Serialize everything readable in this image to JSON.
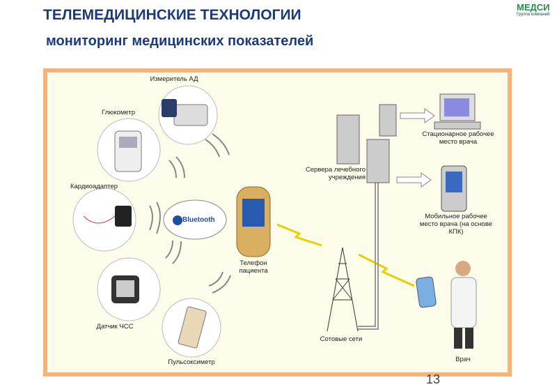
{
  "title": "ТЕЛЕМЕДИЦИНСКИЕ ТЕХНОЛОГИИ",
  "subtitle": "мониторинг медицинских показателей",
  "logo": {
    "name": "МЕДСИ",
    "tagline": "Группа компаний"
  },
  "labels": {
    "bp": "Измеритель АД",
    "glucometer": "Глюкометр",
    "cardio": "Кардиоадаптер",
    "hr": "Датчик ЧСС",
    "pulseox": "Пульсоксиметр",
    "bluetooth": "Bluetooth",
    "phone": "Телефон пациента",
    "cell": "Сотовые сети",
    "servers": "Сервера лечебного учреждения",
    "workstation": "Стационарное рабочее место врача",
    "mobile": "Мобильное рабочее место врача (на основе КПК)",
    "doctor": "Врач"
  },
  "page_number": "13",
  "colors": {
    "title": "#1a3a7c",
    "border": "#f5b37a",
    "panel": "#fdfbe9"
  }
}
